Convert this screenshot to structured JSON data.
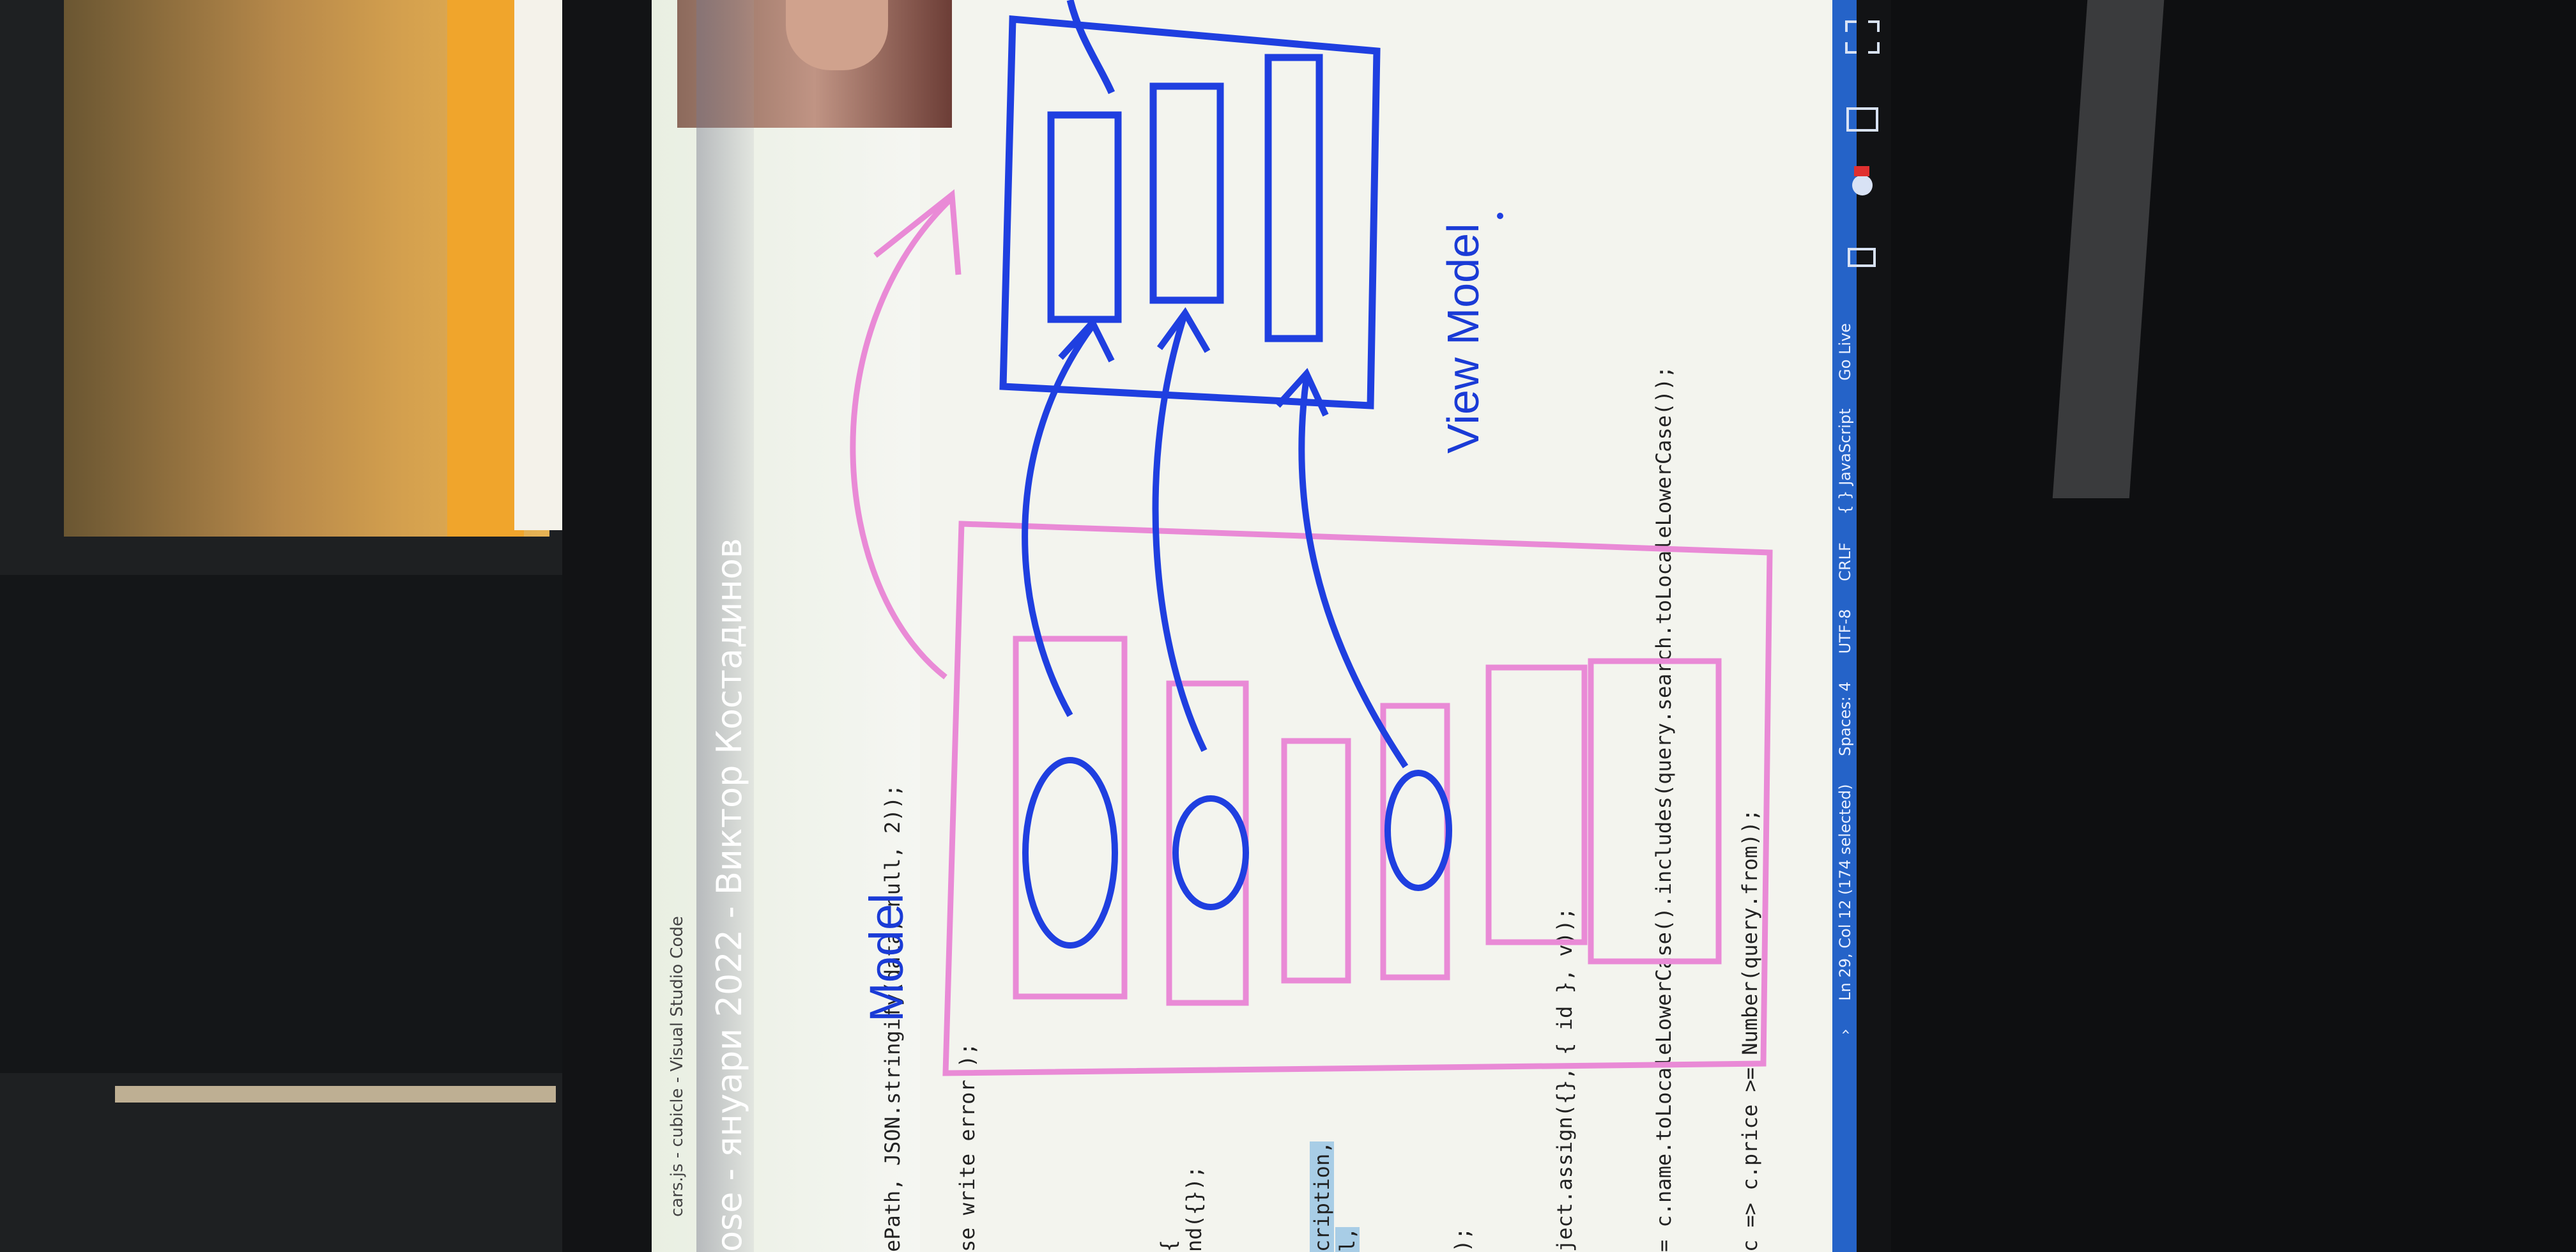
{
  "window_title": "cars.js - cubicle - Visual Studio Code",
  "video_title": "ose - януари 2022 - Виктор Костадинов",
  "code_lines": [
    "ePath, JSON.stringify(data, null, 2));",
    "se write error');",
    "{",
    "nd({});",
    "cription,",
    "l,",
    ");",
    "ject.assign({}, { id }, v));",
    "= c.name.toLocaleLowerCase().includes(query.search.toLocaleLowerCase());",
    "c => c.price >= Number(query.from));"
  ],
  "status_bar": {
    "position": "Ln 29, Col 12 (174 selected)",
    "spaces": "Spaces: 4",
    "encoding": "UTF-8",
    "eol": "CRLF",
    "language": "{ } JavaScript",
    "extra": "Go Live",
    "chevron": "›"
  },
  "annotations": {
    "model_label": "Model",
    "view_model_label": "View Model"
  },
  "colors": {
    "pen_blue": "#1f3fe0",
    "pen_pink": "#e98ad6",
    "statusbar": "#2563c8"
  },
  "icons": [
    "notification-icon",
    "cast-icon",
    "settings-icon",
    "fullscreen-icon",
    "hd-badge-icon",
    "cc-icon"
  ]
}
